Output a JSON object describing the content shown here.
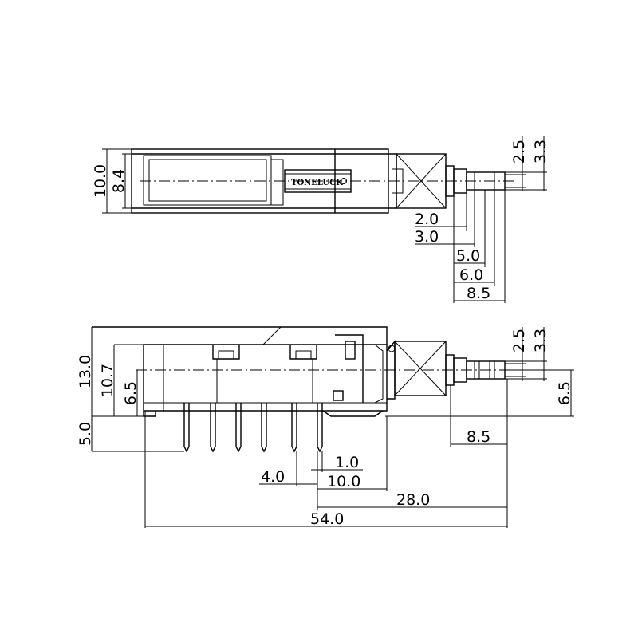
{
  "brand": "TONELUCK",
  "top_view": {
    "height_total": "10.0",
    "height_body": "8.4",
    "stem_a": "2.5",
    "stem_b": "3.3",
    "len_1": "2.0",
    "len_2": "3.0",
    "len_3": "5.0",
    "len_4": "6.0",
    "len_5": "8.5"
  },
  "side_view": {
    "height_total": "13.0",
    "height_body": "10.7",
    "height_axis": "6.5",
    "pin_length": "5.0",
    "stem_a": "2.5",
    "stem_b": "3.3",
    "axis_right": "6.5",
    "travel": "8.5",
    "pin_gap": "1.0",
    "pin_pitch": "4.0",
    "to_front": "10.0",
    "to_tip": "28.0",
    "overall": "54.0"
  }
}
